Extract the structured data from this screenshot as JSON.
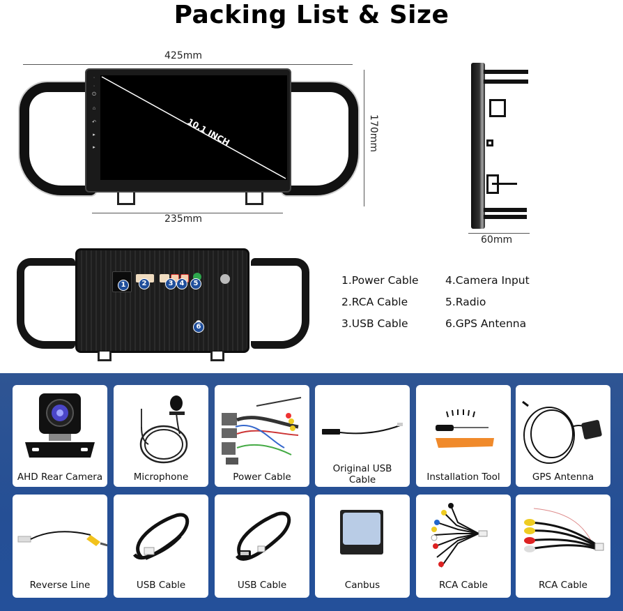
{
  "title": "Packing List & Size",
  "dimensions": {
    "width_overall": "425mm",
    "width_screen": "235mm",
    "height": "170mm",
    "depth": "60mm",
    "screen_size": "10.1 INCH"
  },
  "screen_side_buttons": [
    "MIC",
    "RST",
    "power",
    "home",
    "back",
    "vol+",
    "vol-"
  ],
  "ports": [
    {
      "num": "1",
      "label": "1.Power Cable"
    },
    {
      "num": "2",
      "label": "2.RCA Cable"
    },
    {
      "num": "3",
      "label": "3.USB Cable"
    },
    {
      "num": "4",
      "label": "4.Camera Input"
    },
    {
      "num": "5",
      "label": "5.Radio"
    },
    {
      "num": "6",
      "label": "6.GPS Antenna"
    }
  ],
  "accessories": {
    "row1": [
      {
        "label": "AHD Rear Camera",
        "icon": "camera-icon"
      },
      {
        "label": "Microphone",
        "icon": "microphone-icon"
      },
      {
        "label": "Power Cable",
        "icon": "power-harness-icon"
      },
      {
        "label": "Original USB Cable",
        "label_line1": "Original USB",
        "label_line2": "Cable",
        "icon": "usb-adapter-icon"
      },
      {
        "label": "Installation Tool",
        "icon": "tool-icon"
      },
      {
        "label": "GPS Antenna",
        "icon": "gps-antenna-icon"
      }
    ],
    "row2": [
      {
        "label": "Reverse Line",
        "icon": "reverse-line-icon"
      },
      {
        "label": "USB Cable",
        "icon": "usb-cable-icon"
      },
      {
        "label": "USB Cable",
        "icon": "usb-cable-female-icon"
      },
      {
        "label": "Canbus",
        "icon": "canbus-icon"
      },
      {
        "label": "RCA Cable",
        "icon": "rca-cable-icon"
      },
      {
        "label": "RCA Cable",
        "icon": "rca-cable-icon"
      }
    ]
  },
  "colors": {
    "panel_bg": "#2a5296",
    "badge": "#1f4e9b",
    "card_bg": "#ffffff",
    "title": "#000000"
  }
}
